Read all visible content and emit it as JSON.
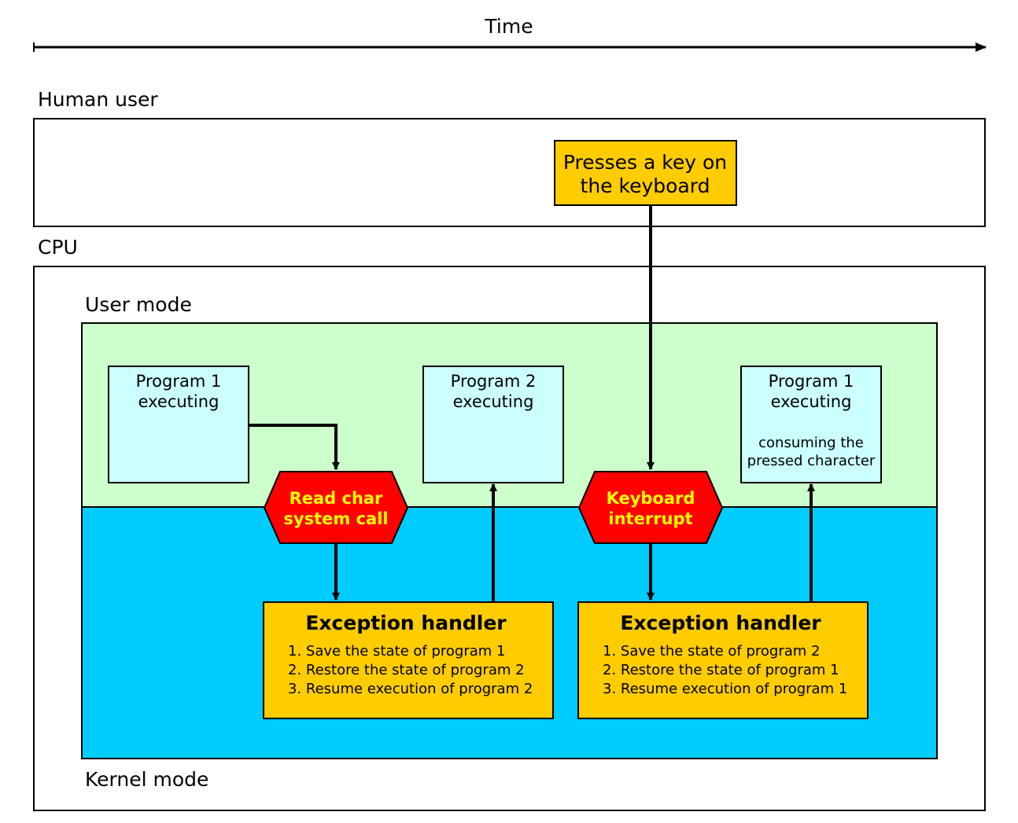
{
  "time_label": "Time",
  "lanes": {
    "human_user": "Human user",
    "cpu": "CPU",
    "user_mode": "User mode",
    "kernel_mode": "Kernel mode"
  },
  "key_press": {
    "line1": "Presses a key on",
    "line2": "the keyboard"
  },
  "programs": [
    {
      "line1": "Program 1",
      "line2": "executing",
      "note1": "",
      "note2": ""
    },
    {
      "line1": "Program 2",
      "line2": "executing",
      "note1": "",
      "note2": ""
    },
    {
      "line1": "Program 1",
      "line2": "executing",
      "note1": "consuming the",
      "note2": "pressed character"
    }
  ],
  "events": [
    {
      "line1": "Read char",
      "line2": "system call"
    },
    {
      "line1": "Keyboard",
      "line2": "interrupt"
    }
  ],
  "handlers": [
    {
      "title": "Exception handler",
      "steps": [
        "1. Save the state of program 1",
        "2. Restore the state of program 2",
        "3. Resume execution of program 2"
      ]
    },
    {
      "title": "Exception handler",
      "steps": [
        "1. Save the state of program 2",
        "2. Restore the state of program 1",
        "3. Resume execution of program 1"
      ]
    }
  ],
  "colors": {
    "user_mode_fill": "#ccffcc",
    "kernel_mode_fill": "#00ccff",
    "program_fill": "#ccffff",
    "event_fill": "#ff0000",
    "event_text": "#ffff00",
    "handler_fill": "#ffcc00",
    "key_fill": "#ffcc00",
    "stroke": "#000000"
  }
}
